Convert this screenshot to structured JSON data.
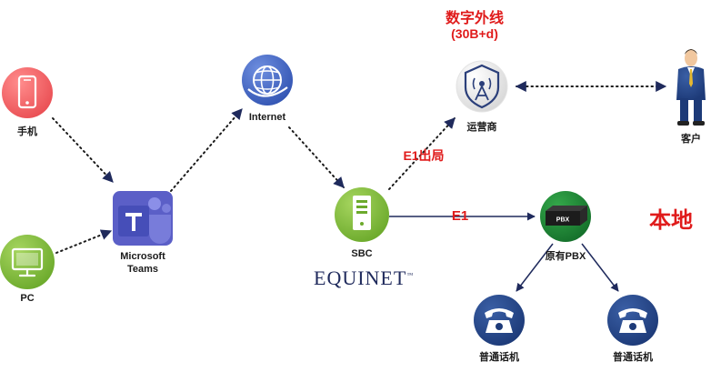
{
  "title": {
    "line1": "数字外线",
    "line2": "(30B+d)"
  },
  "local_label": "本地",
  "links": {
    "e1_out": "E1出局",
    "e1": "E1"
  },
  "nodes": {
    "phone": {
      "label": "手机",
      "icon": "mobile-phone-icon"
    },
    "pc": {
      "label": "PC",
      "icon": "monitor-icon"
    },
    "teams": {
      "label1": "Microsoft",
      "label2": "Teams",
      "icon": "microsoft-teams-icon"
    },
    "internet": {
      "label": "Internet",
      "icon": "globe-icon"
    },
    "sbc": {
      "label": "SBC",
      "icon": "server-icon"
    },
    "carrier": {
      "label": "运营商",
      "icon": "cell-tower-icon"
    },
    "customer": {
      "label": "客户",
      "icon": "businessman-icon"
    },
    "pbx": {
      "label": "原有PBX",
      "device_text": "PBX",
      "icon": "pbx-box-icon"
    },
    "tel1": {
      "label": "普通话机",
      "icon": "telephone-icon"
    },
    "tel2": {
      "label": "普通话机",
      "icon": "telephone-icon"
    }
  },
  "brand": {
    "text": "EQUINET",
    "tm": "™"
  },
  "colors": {
    "red": "#e01b1b",
    "navy": "#1f2a5c",
    "green": "#2e8a3a"
  }
}
